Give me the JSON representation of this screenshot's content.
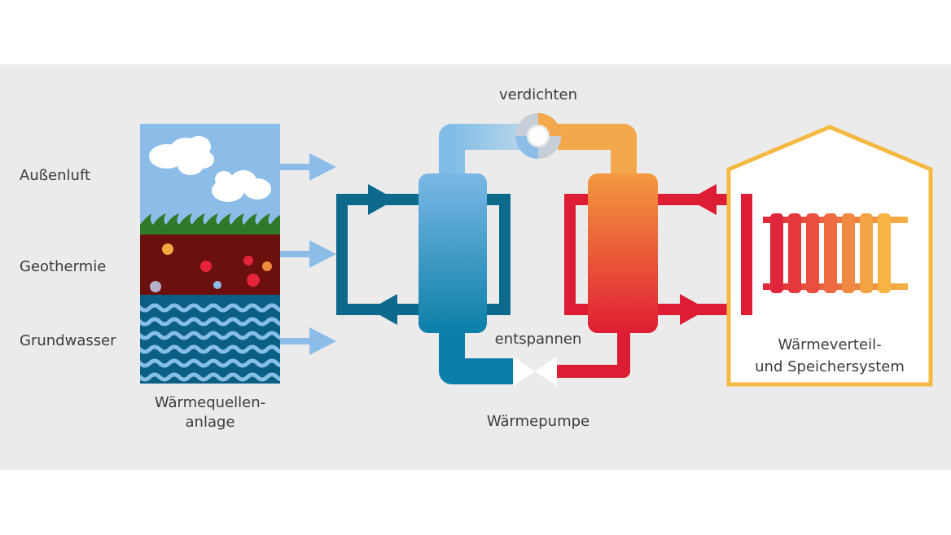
{
  "sources": {
    "air": "Außenluft",
    "geo": "Geothermie",
    "water": "Grundwasser"
  },
  "labels": {
    "source_system_line1": "Wärmequellen-",
    "source_system_line2": "anlage",
    "compress": "verdichten",
    "expand": "entspannen",
    "heat_pump": "Wärmepumpe",
    "distribution_line1": "Wärmeverteil-",
    "distribution_line2": "und Speichersystem"
  },
  "colors": {
    "background": "#ebebeb",
    "sky": "#8bbde8",
    "soil": "#6b0f0f",
    "water": "#0c5f84",
    "wave": "#86bfe6",
    "grass": "#2f7a28",
    "arrow_light": "#8bbde8",
    "cold_loop": "#0e6a8c",
    "warm_loop": "#dd1d34",
    "compressed_gas": "#f3a84b",
    "house": "#f5b840"
  }
}
